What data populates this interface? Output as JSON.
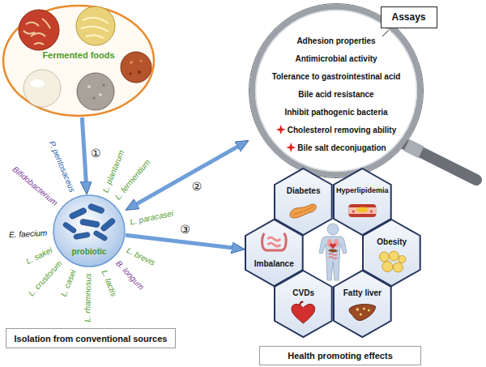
{
  "diagram": {
    "nodes": [
      {
        "text": [
          "Fermented foods"
        ]
      },
      {
        "text": [
          "Assays"
        ]
      },
      {
        "text": [
          "Adhesion properties",
          "Antimicrobial activity",
          "Tolerance to gastrointestinal acid",
          "Bile acid resistance",
          "Inhibit pathogenic bacteria",
          "Cholesterol removing ability",
          "Bile salt deconjugation"
        ]
      },
      {
        "text": [
          "probiotic"
        ]
      },
      {
        "text": [
          "Diabetes"
        ]
      },
      {
        "text": [
          "Hyperlipidemia"
        ]
      },
      {
        "text": [
          "Imbalance"
        ]
      },
      {
        "text": [
          "Obesity"
        ]
      },
      {
        "text": [
          "CVDs"
        ]
      },
      {
        "text": [
          "Fatty liver"
        ]
      },
      {
        "text": [
          "Isolation from conventional sources"
        ]
      },
      {
        "text": [
          "Health promoting effects"
        ]
      }
    ],
    "edges": [
      {
        "from": 0,
        "to": 3,
        "label": "①",
        "arrow": "to"
      },
      {
        "from": 3,
        "to": 2,
        "label": "②",
        "arrow": "both"
      },
      {
        "from": 3,
        "to": 6,
        "label": "③",
        "arrow": "to"
      }
    ],
    "labels": [
      "P. pentosaceus",
      "L. plantarum",
      "L. fermentium",
      "L. paracasei",
      "L. brevis",
      "B. longum",
      "L. lactis",
      "L. rhamnosus",
      "L. casei",
      "L. crustorum",
      "L. sakei",
      "E. faecium",
      "Bifidobacterium"
    ]
  }
}
